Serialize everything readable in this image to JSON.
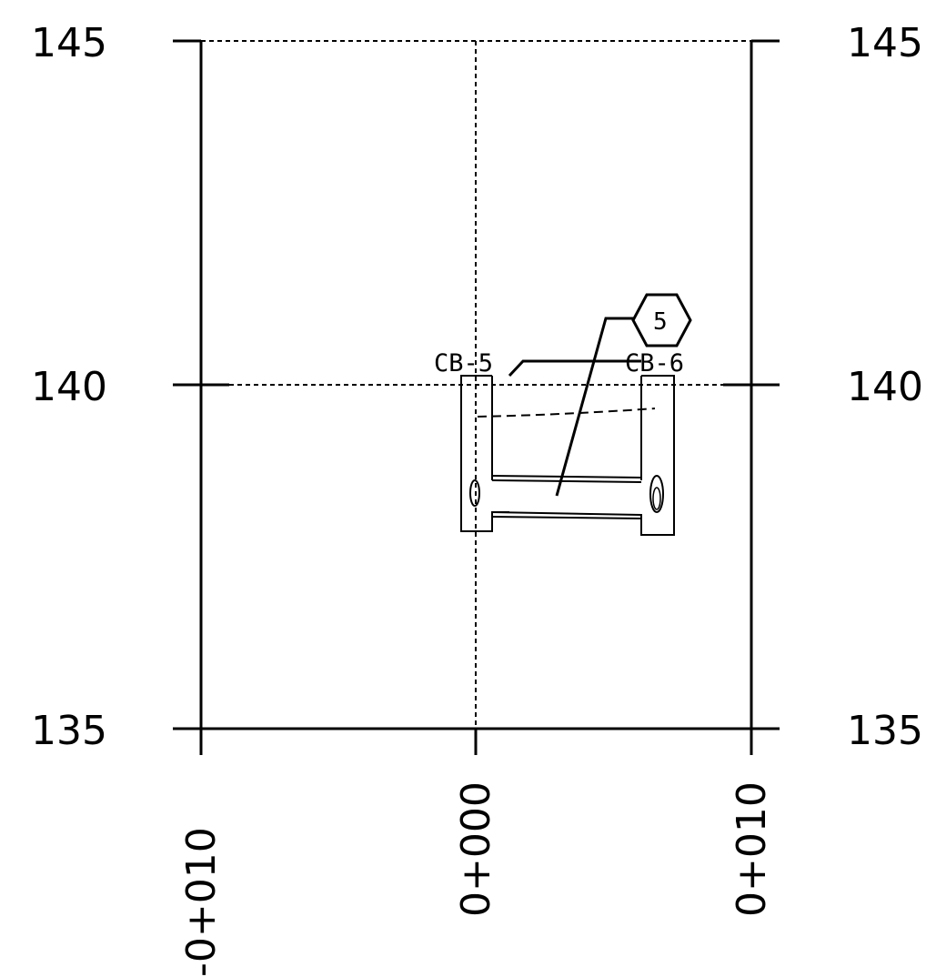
{
  "drawing": {
    "type": "profile-section",
    "elevation_labels_left": [
      "145",
      "140",
      "135"
    ],
    "elevation_labels_right": [
      "145",
      "140",
      "135"
    ],
    "station_labels": [
      "-0+010",
      "0+000",
      "0+010"
    ],
    "structure_labels": [
      "CB-5",
      "CB-6"
    ],
    "callout_tag": "5",
    "line_color": "#000000",
    "background": "#ffffff"
  }
}
